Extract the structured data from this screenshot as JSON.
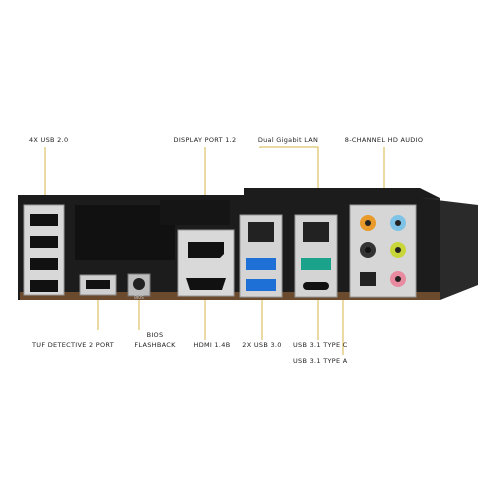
{
  "labels": {
    "usb20": "4X USB 2.0",
    "displayport": "DISPLAY PORT 1.2",
    "lan": "Dual Gigabit LAN",
    "audio": "8-CHANNEL HD AUDIO",
    "tuf": "TUF DETECTIVE 2 PORT",
    "bios_line1": "BIOS",
    "bios_line2": "FLASHBACK",
    "hdmi": "HDMI 1.4B",
    "usb30": "2X USB 3.0",
    "usb31c": "USB 3.1 TYPE C",
    "usb31a": "USB 3.1 TYPE A"
  },
  "stamp": "BIOS",
  "colors": {
    "callout_line": "#d9b44a",
    "usb30_blue": "#1e6fd6",
    "usb31_teal": "#1aa38a",
    "audio_orange": "#e89a2a",
    "audio_lightblue": "#7ec3e6",
    "audio_lime": "#c8d63a",
    "audio_pink": "#e88aa0"
  }
}
